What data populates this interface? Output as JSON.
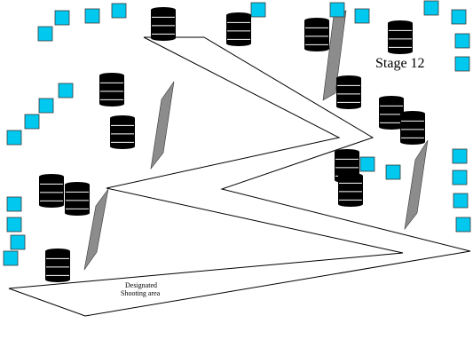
{
  "stage_label": "Stage 12",
  "area_label": {
    "line1": "Designated",
    "line2": "Shooting area"
  },
  "colors": {
    "target_fill": "#00c8ef",
    "target_stroke": "#3a3a3a",
    "barrel": "#000000",
    "wall_fill": "#8c8c8c",
    "path_stroke": "#000000"
  },
  "icons": {
    "target": "cyan-square-target-icon",
    "barrel": "barrel-icon",
    "wall": "wall-panel-icon"
  }
}
